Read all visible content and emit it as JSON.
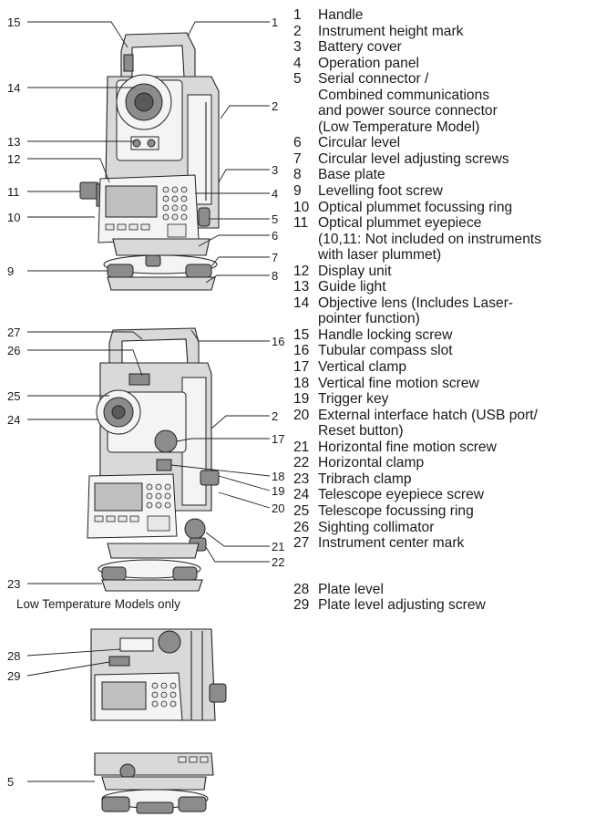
{
  "legend": [
    {
      "num": "1",
      "text": "Handle"
    },
    {
      "num": "2",
      "text": "Instrument height mark"
    },
    {
      "num": "3",
      "text": "Battery cover"
    },
    {
      "num": "4",
      "text": "Operation panel"
    },
    {
      "num": "5",
      "text": "Serial connector /\nCombined communications\nand power source connector\n(Low Temperature Model)"
    },
    {
      "num": "6",
      "text": "Circular level"
    },
    {
      "num": "7",
      "text": "Circular level adjusting screws"
    },
    {
      "num": "8",
      "text": "Base plate"
    },
    {
      "num": "9",
      "text": "Levelling foot screw"
    },
    {
      "num": "10",
      "text": "Optical plummet focussing ring"
    },
    {
      "num": "11",
      "text": "Optical plummet eyepiece\n(10,11: Not included on instruments\nwith laser plummet)"
    },
    {
      "num": "12",
      "text": "Display unit"
    },
    {
      "num": "13",
      "text": "Guide light"
    },
    {
      "num": "14",
      "text": "Objective lens (Includes Laser-\npointer function)"
    },
    {
      "num": "15",
      "text": "Handle locking screw"
    },
    {
      "num": "16",
      "text": "Tubular compass slot"
    },
    {
      "num": "17",
      "text": "Vertical clamp"
    },
    {
      "num": "18",
      "text": "Vertical fine motion screw"
    },
    {
      "num": "19",
      "text": "Trigger key"
    },
    {
      "num": "20",
      "text": "External interface hatch (USB port/\nReset button)"
    },
    {
      "num": "21",
      "text": "Horizontal fine motion screw"
    },
    {
      "num": "22",
      "text": "Horizontal clamp"
    },
    {
      "num": "23",
      "text": "Tribrach clamp"
    },
    {
      "num": "24",
      "text": "Telescope eyepiece screw"
    },
    {
      "num": "25",
      "text": "Telescope focussing ring"
    },
    {
      "num": "26",
      "text": "Sighting collimator"
    },
    {
      "num": "27",
      "text": "Instrument center mark"
    },
    {
      "num": "28",
      "text": "Plate level"
    },
    {
      "num": "29",
      "text": "Plate level adjusting screw"
    }
  ],
  "caption": "Low Temperature Models only",
  "callouts": {
    "front": [
      "15",
      "1",
      "14",
      "2",
      "13",
      "12",
      "3",
      "11",
      "4",
      "10",
      "5",
      "6",
      "9",
      "7",
      "8"
    ],
    "back": [
      "27",
      "16",
      "26",
      "25",
      "2",
      "24",
      "17",
      "18",
      "19",
      "20",
      "21",
      "22",
      "23"
    ],
    "lowtemp_top": [
      "28",
      "29"
    ],
    "lowtemp_bottom": [
      "5"
    ]
  }
}
